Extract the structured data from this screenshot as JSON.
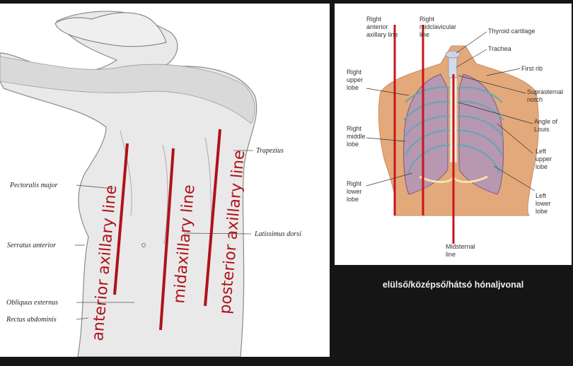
{
  "left_figure": {
    "muscle_labels": {
      "pectoralis_major": "Pectoralis major",
      "serratus_anterior": "Serratus anterior",
      "obliquus_externus": "Obliquus externus",
      "rectus_abdominis": "Rectus abdominis",
      "trapezius": "Trapezius",
      "latissimus_dorsi": "Latissimus dorsi"
    },
    "line_labels": {
      "anterior": "anterior axillary line",
      "mid": "midaxillary line",
      "posterior": "posterior axillary line"
    },
    "line_color": "#b0121b"
  },
  "right_figure": {
    "labels": {
      "right_anterior_axillary_line": [
        "Right",
        "anterior",
        "axillary line"
      ],
      "right_midclavicular_line": [
        "Right",
        "midclavicular",
        "line"
      ],
      "thyroid_cartilage": "Thyroid cartilage",
      "trachea": "Trachea",
      "first_rib": "First rib",
      "suprasternal_notch": [
        "Suprasternal",
        "notch"
      ],
      "angle_of_louis": [
        "Angle of",
        "Louis"
      ],
      "right_upper_lobe": [
        "Right",
        "upper",
        "lobe"
      ],
      "right_middle_lobe": [
        "Right",
        "middle",
        "lobe"
      ],
      "right_lower_lobe": [
        "Right",
        "lower",
        "lobe"
      ],
      "left_upper_lobe": [
        "Left",
        "upper",
        "lobe"
      ],
      "left_lower_lobe": [
        "Left",
        "lower",
        "lobe"
      ],
      "midsternal_line": [
        "Midsternal",
        "line"
      ]
    },
    "line_color": "#c8141c"
  },
  "caption": "elülső/középső/hátsó hónaljvonal"
}
